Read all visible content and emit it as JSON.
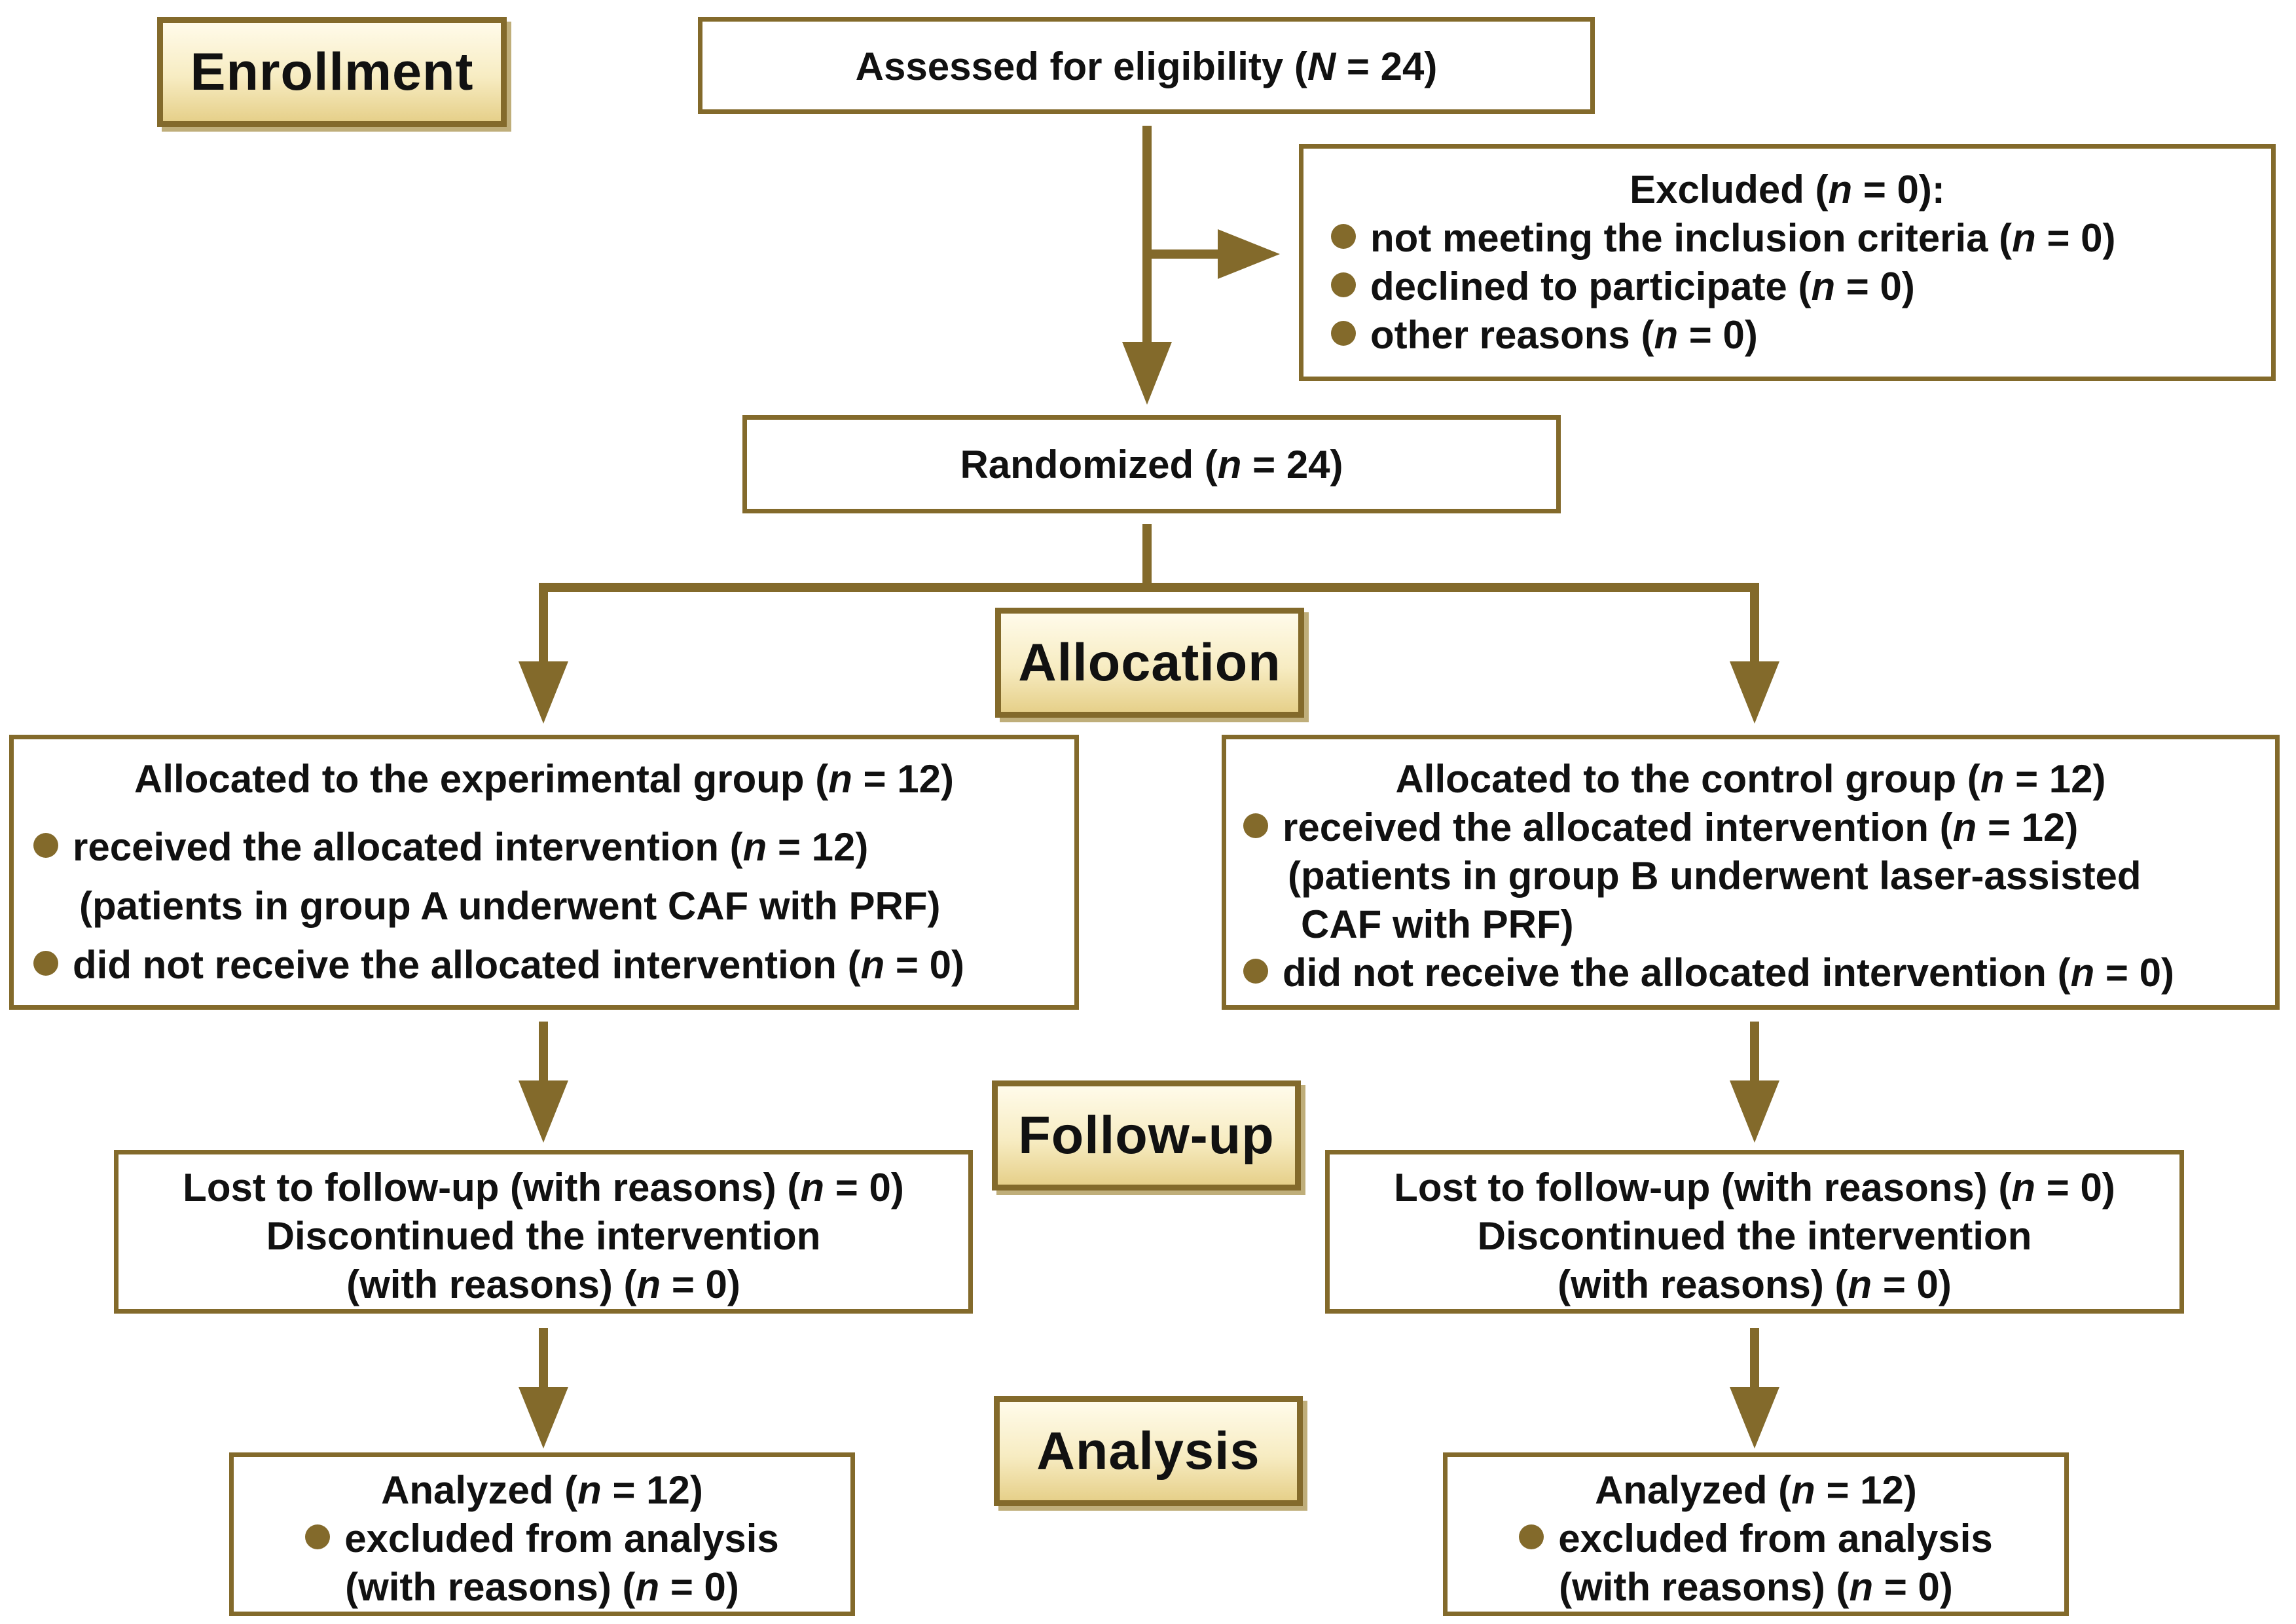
{
  "colors": {
    "accent": "#836a2b",
    "label_fill_top": "#fffbea",
    "label_fill_bottom": "#e6d08a"
  },
  "icons": {
    "bullet": "filled-circle-bullet-icon",
    "arrow": "arrow-head-icon"
  },
  "stages": {
    "enrollment": "Enrollment",
    "allocation": "Allocation",
    "followup": "Follow-up",
    "analysis": "Analysis"
  },
  "assessed": {
    "prefix": "Assessed for eligibility (",
    "var": "N",
    "suffix": " = 24)"
  },
  "excluded": {
    "title": {
      "prefix": "Excluded (",
      "var": "n",
      "suffix": " = 0):"
    },
    "items": [
      {
        "prefix": "not meeting the inclusion criteria (",
        "var": "n",
        "suffix": " = 0)"
      },
      {
        "prefix": "declined to participate (",
        "var": "n",
        "suffix": " = 0)"
      },
      {
        "prefix": "other reasons (",
        "var": "n",
        "suffix": " = 0)"
      }
    ]
  },
  "randomized": {
    "prefix": "Randomized (",
    "var": "n",
    "suffix": " = 24)"
  },
  "experimental": {
    "title": {
      "prefix": "Allocated to the experimental group (",
      "var": "n",
      "suffix": " = 12)"
    },
    "received": {
      "prefix": "received the allocated intervention (",
      "var": "n",
      "suffix": " = 12)"
    },
    "detail_lines": [
      "(patients in group A underwent CAF with PRF)"
    ],
    "not_received": {
      "prefix": "did not receive the allocated intervention (",
      "var": "n",
      "suffix": " = 0)"
    }
  },
  "control": {
    "title": {
      "prefix": "Allocated to the control group (",
      "var": "n",
      "suffix": " = 12)"
    },
    "received": {
      "prefix": "received the allocated intervention (",
      "var": "n",
      "suffix": " = 12)"
    },
    "detail_lines": [
      "(patients in group B underwent laser-assisted",
      "CAF with PRF)"
    ],
    "not_received": {
      "prefix": "did not receive the allocated intervention (",
      "var": "n",
      "suffix": " = 0)"
    }
  },
  "followup_left": {
    "lost": {
      "prefix": "Lost to follow-up (with reasons) (",
      "var": "n",
      "suffix": " = 0)"
    },
    "discontinued": "Discontinued the intervention",
    "reasons": {
      "prefix": "(with reasons) (",
      "var": "n",
      "suffix": " = 0)"
    }
  },
  "followup_right": {
    "lost": {
      "prefix": "Lost to follow-up (with reasons) (",
      "var": "n",
      "suffix": " = 0)"
    },
    "discontinued": "Discontinued the intervention",
    "reasons": {
      "prefix": "(with reasons) (",
      "var": "n",
      "suffix": " = 0)"
    }
  },
  "analysis_left": {
    "analyzed": {
      "prefix": "Analyzed (",
      "var": "n",
      "suffix": " = 12)"
    },
    "excluded": "excluded from analysis",
    "reasons": {
      "prefix": "(with reasons) (",
      "var": "n",
      "suffix": " = 0)"
    }
  },
  "analysis_right": {
    "analyzed": {
      "prefix": "Analyzed (",
      "var": "n",
      "suffix": " = 12)"
    },
    "excluded": "excluded from analysis",
    "reasons": {
      "prefix": "(with reasons) (",
      "var": "n",
      "suffix": " = 0)"
    }
  }
}
